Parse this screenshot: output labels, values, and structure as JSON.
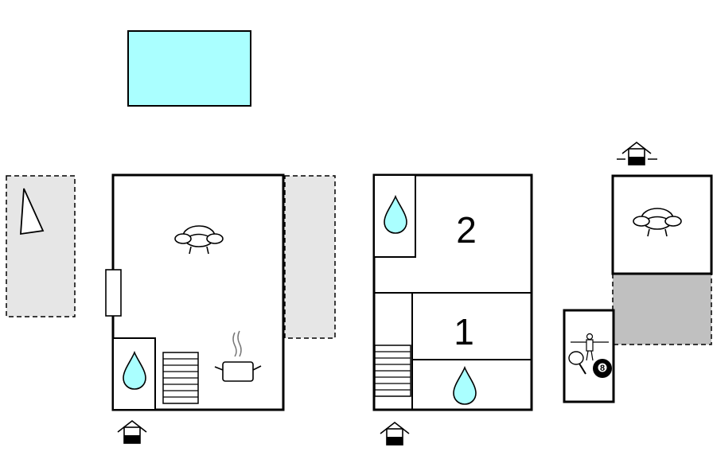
{
  "floorplan": {
    "colors": {
      "pool": "#aaffff",
      "terrace": "#e6e6e6",
      "covered_terrace": "#c0c0c0",
      "wall": "#000000",
      "water": "#aaffff"
    },
    "rooms": {
      "bedroom_upper": {
        "number": "2"
      },
      "bedroom_lower": {
        "number": "1"
      }
    },
    "icons": [
      "pool",
      "north-arrow-icon",
      "sofa-icon",
      "bathroom-drop-icon",
      "stairs-icon",
      "cooking-pot-icon",
      "entrance-icon",
      "table-tennis-icon",
      "foosball-icon",
      "billiard-ball-icon"
    ],
    "billiard_ball_label": "8"
  }
}
